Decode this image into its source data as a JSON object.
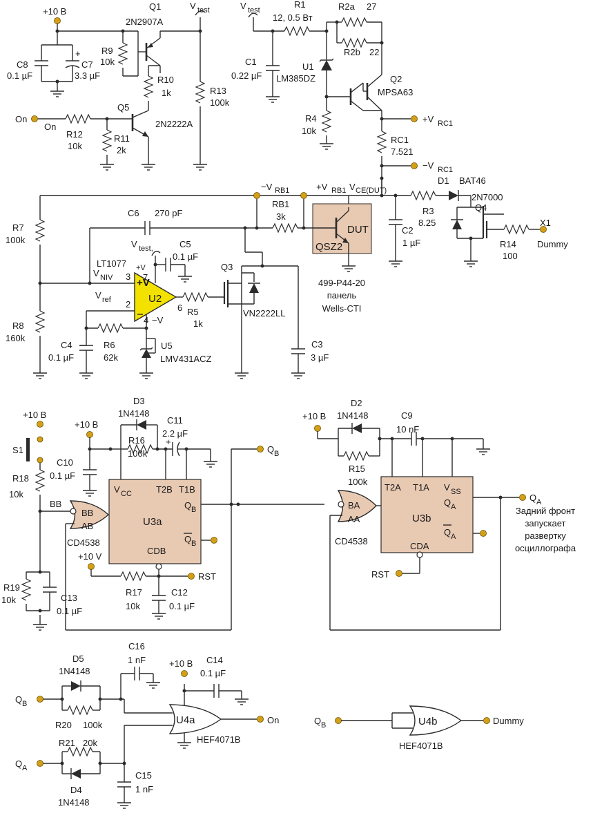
{
  "labels": {
    "p10v_top": "+10 В",
    "q1": "Q1",
    "q1_part": "2N2907A",
    "vtest1": "V",
    "vtest1_sub": "test",
    "vtest2": "V",
    "vtest2_sub": "test",
    "vtest3": "V",
    "vtest3_sub": "test,",
    "c8": "C8",
    "c8_val": "0.1 µF",
    "c7": "C7",
    "c7_val": "3.3 µF",
    "c7_plus": "+",
    "r9": "R9",
    "r9_val": "10k",
    "r10": "R10",
    "r10_val": "1k",
    "r13": "R13",
    "r13_val": "100k",
    "q5": "Q5",
    "q5_part": "2N2222A",
    "on_in": "On",
    "on_net": "On",
    "r12": "R12",
    "r12_val": "10k",
    "r11": "R11",
    "r11_val": "2k",
    "r1": "R1",
    "r1_val": "12, 0.5 Вт",
    "r2a": "R2a",
    "r2a_val": "27",
    "r2b": "R2b",
    "r2b_val": "22",
    "c1": "C1",
    "c1_val": "0.22 µF",
    "u1": "U1",
    "u1_part": "LM385DZ",
    "q2": "Q2",
    "q2_part": "MPSA63",
    "r4": "R4",
    "r4_val": "10k",
    "vrc1p": "+V",
    "vrc1p_sub": "RC1",
    "rc1": "RC1",
    "rc1_val": "7.521",
    "vrc1m": "−V",
    "vrc1m_sub": "RC1",
    "vrb1m": "−V",
    "vrb1m_sub": "RB1",
    "vrb1p": "+V",
    "vrb1p_sub": "RB1",
    "vce": "V",
    "vce_sub": "CE(DUT)",
    "d1": "D1",
    "d1_part": "BAT46",
    "q4": "Q4",
    "q4_part": "2N7000",
    "r3": "R3",
    "r3_val": "8.25",
    "x1": "X1",
    "dummy1": "Dummy",
    "r14": "R14",
    "r14_val": "100",
    "c6": "C6",
    "c6_val": "270 pF",
    "rb1": "RB1",
    "rb1_val": "3k",
    "dut": "DUT",
    "qsz2": "QSZ2",
    "c2": "C2",
    "c2_val": "1 µF",
    "r7": "R7",
    "r7_val": "100k",
    "c5": "C5",
    "c5_val": "0.1 µF",
    "lt1077": "LT1077",
    "pv": "+V",
    "mv": "−V",
    "vniv": "V",
    "vniv_sub": "NIV",
    "vref": "V",
    "vref_sub": "ref",
    "pin3": "3",
    "pin2": "2",
    "pin7": "7",
    "pin4": "4",
    "pin6": "6",
    "u2": "U2",
    "r5": "R5",
    "r5_val": "1k",
    "q3": "Q3",
    "q3_part": "VN2222LL",
    "socket1": "499-P44-20",
    "socket2": "панель",
    "socket3": "Wells-CTI",
    "r8": "R8",
    "r8_val": "160k",
    "c4": "C4",
    "c4_val": "0.1 µF",
    "r6": "R6",
    "r6_val": "62k",
    "u5": "U5",
    "u5_part": "LMV431ACZ",
    "c3": "C3",
    "c3_val": "3 µF",
    "p10v_s1": "+10 В",
    "s1": "S1",
    "d3": "D3",
    "d3_part": "1N4148",
    "p10v_u3a": "+10 В",
    "c11": "C11",
    "c11_val": "2.2 µF",
    "c11_plus": "+",
    "r16": "R16",
    "r16_val": "100k",
    "c10": "C10",
    "c10_val": "0.1 µF",
    "r18": "R18",
    "r18_val": "10k",
    "bb_net": "BB",
    "vcc": "V",
    "vcc_sub": "CC",
    "t2b": "T2B",
    "t1b": "T1B",
    "qb_out": "Q",
    "qb_out_sub": "B",
    "qbbar": "Q",
    "qbbar_sub": "B",
    "u3a": "U3a",
    "bb_pin": "BB",
    "ab_pin": "AB",
    "cd4538a": "CD4538",
    "p10v_cdb": "+10 V",
    "cdb": "CDB",
    "rst1": "RST",
    "r19": "R19",
    "r19_val": "10k",
    "c13": "C13",
    "c13_val": "0.1 µF",
    "r17": "R17",
    "r17_val": "10k",
    "c12": "C12",
    "c12_val": "0.1 µF",
    "qb_top": "Q",
    "qb_top_sub": "B",
    "p10v_u3b": "+10 В",
    "d2": "D2",
    "d2_part": "1N4148",
    "c9": "C9",
    "c9_val": "10 nF",
    "r15": "R15",
    "r15_val": "100k",
    "t2a": "T2A",
    "t1a": "T1A",
    "vss": "V",
    "vss_sub": "SS",
    "qa_pin": "Q",
    "qa_pin_sub": "A",
    "qabar": "Q",
    "qabar_sub": "A",
    "u3b": "U3b",
    "ba_pin": "BA",
    "aa_pin": "AA",
    "cd4538b": "CD4538",
    "cda": "CDA",
    "rst2": "RST",
    "qa_out": "Q",
    "qa_out_sub": "A",
    "note1": "Задний фронт",
    "note2": "запускает",
    "note3": "развертку",
    "note4": "осциллографа",
    "d5": "D5",
    "d5_part": "1N4148",
    "c16": "C16",
    "c16_val": "1 nF",
    "p10v_u4a": "+10 В",
    "c14": "C14",
    "c14_val": "0.1 µF",
    "qb_in": "Q",
    "qb_in_sub": "B",
    "r20": "R20",
    "r20_val": "100k",
    "u4a": "U4a",
    "on_out": "On",
    "hef4071a": "HEF4071B",
    "r21": "R21",
    "r21_val": "20k",
    "qa_in": "Q",
    "qa_in_sub": "A",
    "c15": "C15",
    "c15_val": "1 nF",
    "d4": "D4",
    "d4_part": "1N4148",
    "qb_in2": "Q",
    "qb_in2_sub": "B",
    "u4b": "U4b",
    "dummy2": "Dummy",
    "hef4071b": "HEF4071B"
  },
  "colors": {
    "wire": "#2b2b2b",
    "terminal": "#d4a017",
    "ic_fill": "#e8c9b2",
    "opamp_fill": "#f3e100"
  }
}
